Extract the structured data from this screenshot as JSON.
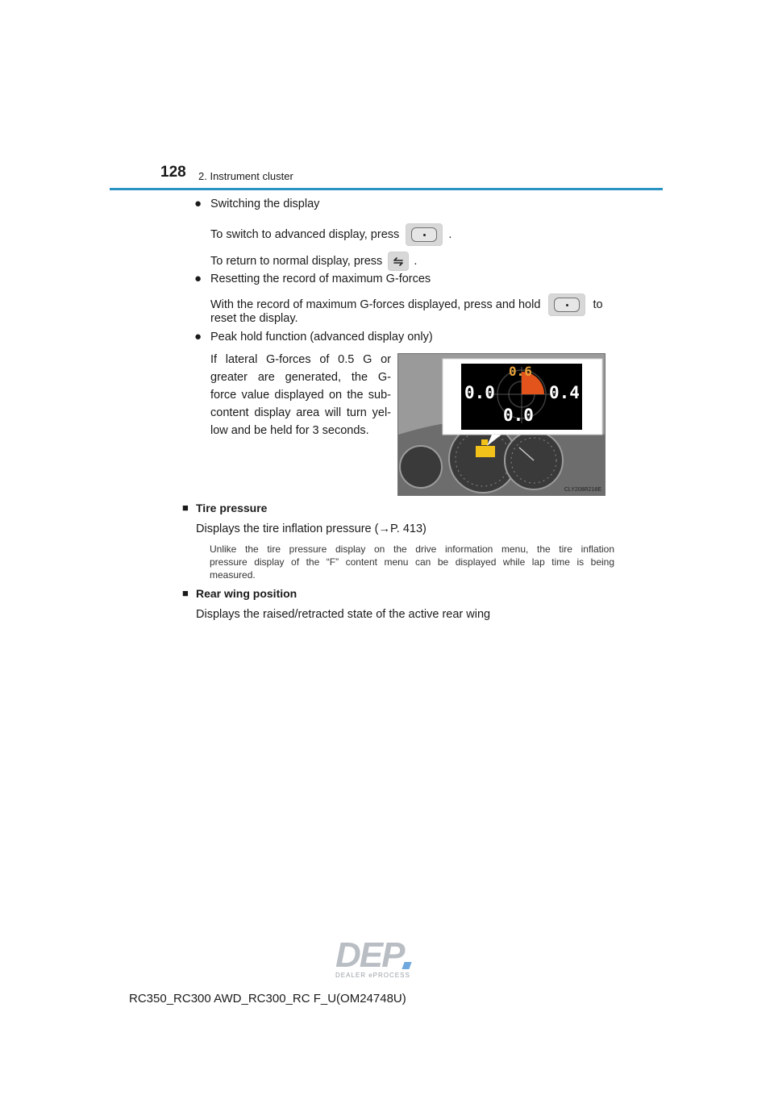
{
  "header": {
    "page_number": "128",
    "section": "2. Instrument cluster"
  },
  "switching": {
    "bullet": "●",
    "title": "Switching the display",
    "line1_before": "To switch to advanced display, press",
    "line1_after": ".",
    "line2_before": "To return to normal display, press",
    "line2_after": "."
  },
  "resetting": {
    "bullet": "●",
    "title": "Resetting the record of maximum G-forces",
    "line1_before": "With the record of maximum G-forces displayed, press and hold",
    "line1_after": "to",
    "line2": "reset the display."
  },
  "peak_hold": {
    "bullet": "●",
    "title": "Peak hold function (advanced display only)",
    "paragraph_lines": [
      "If lateral G-forces of 0.5 G or",
      "greater are generated, the G-",
      "force value displayed on the sub-",
      "content display area will turn yel-",
      "low and be held for 3 seconds."
    ]
  },
  "figure": {
    "top_value": "0.6",
    "left_value": "0.0",
    "right_value": "0.4",
    "bottom_value": "0.0",
    "code": "CLY208R218E",
    "colors": {
      "highlight": "#e2541b",
      "yellow_display": "#f2c21a",
      "panel": "#000000"
    }
  },
  "tire_pressure": {
    "marker": "■",
    "heading": "Tire pressure",
    "text": "Displays the tire inflation pressure (→P. 413)",
    "note_lines": [
      "Unlike the tire pressure display on the drive information menu, the tire inflation",
      "pressure display of the “F” content menu can be displayed while lap time is being",
      "measured."
    ]
  },
  "rear_wing": {
    "marker": "■",
    "heading": "Rear wing position",
    "text": "Displays the raised/retracted state of the active rear wing"
  },
  "logo": {
    "text": "DEP",
    "subtitle": "DEALER ePROCESS"
  },
  "footer": {
    "text": "RC350_RC300 AWD_RC300_RC F_U(OM24748U)"
  },
  "icons": {
    "meter_switch_button": "meter-switch-button-icon",
    "back_button": "back-arrow-button-icon"
  }
}
